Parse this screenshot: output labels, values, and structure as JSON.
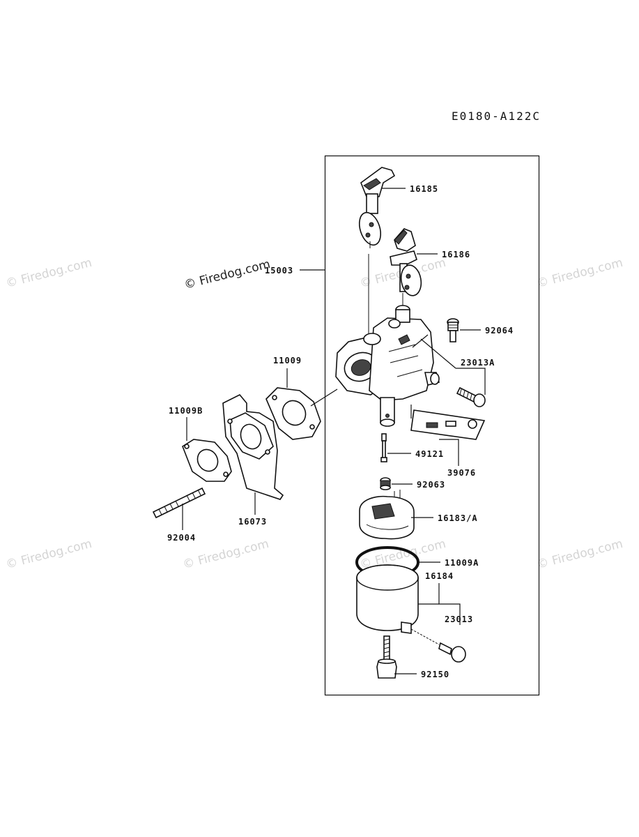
{
  "diagram": {
    "code": "E0180-A122C",
    "watermark": "© Firedog.com",
    "parts": {
      "p16185": "16185",
      "p16186": "16186",
      "p15003": "15003",
      "p92064": "92064",
      "p23013A": "23013A",
      "p11009": "11009",
      "p11009B": "11009B",
      "p49121": "49121",
      "p39076": "39076",
      "p92063": "92063",
      "p16183A": "16183/A",
      "p16073": "16073",
      "p92004": "92004",
      "p11009A": "11009A",
      "p16184": "16184",
      "p23013": "23013",
      "p92150": "92150"
    }
  }
}
